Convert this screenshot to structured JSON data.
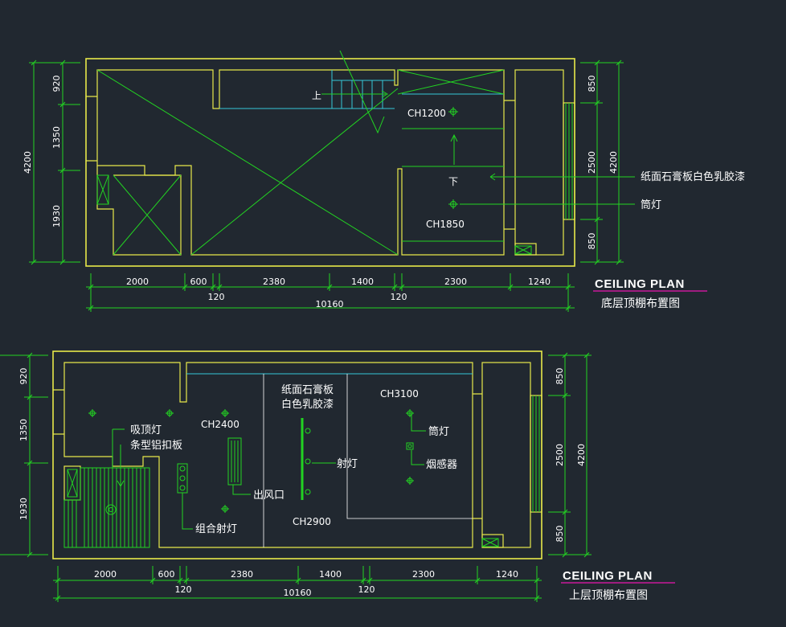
{
  "colors": {
    "background": "#212830",
    "wall": "#e8e84a",
    "line": "#22d322",
    "glass": "#35c7d8",
    "text": "#ffffff",
    "underline": "#c8189a"
  },
  "plan_ground": {
    "title": "CEILING PLAN",
    "subtitle": "底层顶棚布置图",
    "stair_up": "上",
    "stair_down": "下",
    "ceiling_heights": [
      "CH1200",
      "CH1850"
    ],
    "labels": {
      "finish": "纸面石膏板白色乳胶漆",
      "downlight": "筒灯"
    },
    "dims_bottom": [
      "2000",
      "600",
      "2380",
      "1400",
      "2300",
      "1240"
    ],
    "dims_gap": [
      "120",
      "120"
    ],
    "dim_total": "10160",
    "dims_left": [
      "920",
      "1350",
      "1930"
    ],
    "dim_left_total": "4200",
    "dims_right": [
      "850",
      "2500",
      "850"
    ],
    "dim_right_total": "4200"
  },
  "plan_upper": {
    "title": "CEILING PLAN",
    "subtitle": "上层顶棚布置图",
    "ceiling_heights": [
      "CH2400",
      "CH3100",
      "CH2900"
    ],
    "labels": {
      "finish_line1": "纸面石膏板",
      "finish_line2": "白色乳胶漆",
      "ceiling_lamp": "吸顶灯",
      "alu_panel": "条型铝扣板",
      "air_outlet": "出风口",
      "combo_spot": "组合射灯",
      "spotlight": "射灯",
      "downlight": "筒灯",
      "smoke": "烟感器"
    },
    "dims_bottom": [
      "2000",
      "600",
      "2380",
      "1400",
      "2300",
      "1240"
    ],
    "dims_gap": [
      "120",
      "120"
    ],
    "dim_total": "10160",
    "dims_left": [
      "920",
      "1350",
      "1930"
    ],
    "dims_right": [
      "850",
      "2500",
      "850"
    ],
    "dim_right_total": "4200"
  }
}
